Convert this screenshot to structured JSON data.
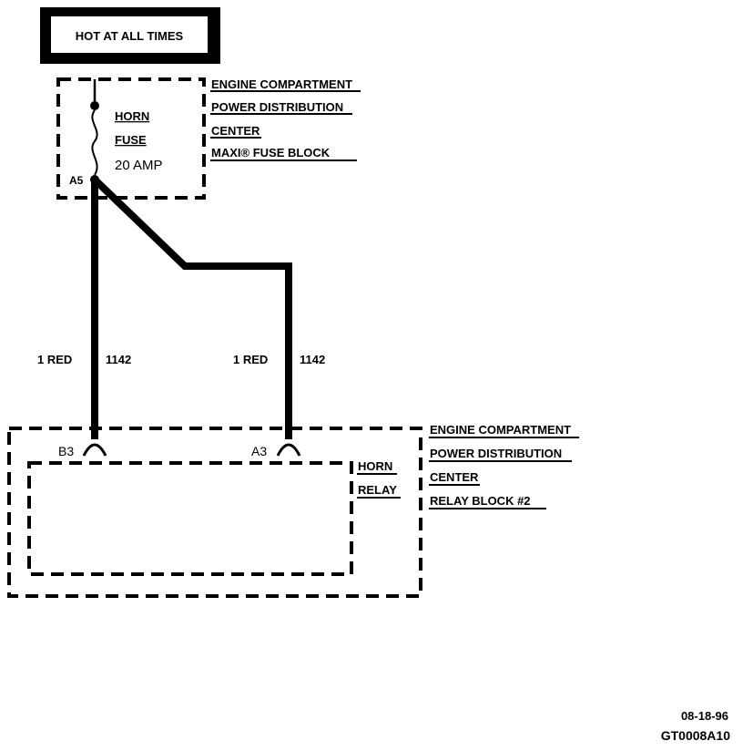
{
  "power_label": "HOT AT ALL TIMES",
  "fuse_block": {
    "title_lines": [
      "ENGINE COMPARTMENT",
      "POWER DISTRIBUTION",
      "CENTER",
      "MAXI® FUSE BLOCK"
    ],
    "fuse_name_lines": [
      "HORN",
      "FUSE"
    ],
    "fuse_rating": "20 AMP",
    "terminal": "A5"
  },
  "wires": [
    {
      "gauge_color": "1 RED",
      "circuit": "1142"
    },
    {
      "gauge_color": "1 RED",
      "circuit": "1142"
    }
  ],
  "relay_block": {
    "title_lines": [
      "ENGINE COMPARTMENT",
      "POWER DISTRIBUTION",
      "CENTER",
      "RELAY BLOCK #2"
    ],
    "relay_name_lines": [
      "HORN",
      "RELAY"
    ],
    "terminals": [
      "B3",
      "A3"
    ]
  },
  "footer": {
    "date": "08-18-96",
    "figure_id": "GT0008A10"
  }
}
